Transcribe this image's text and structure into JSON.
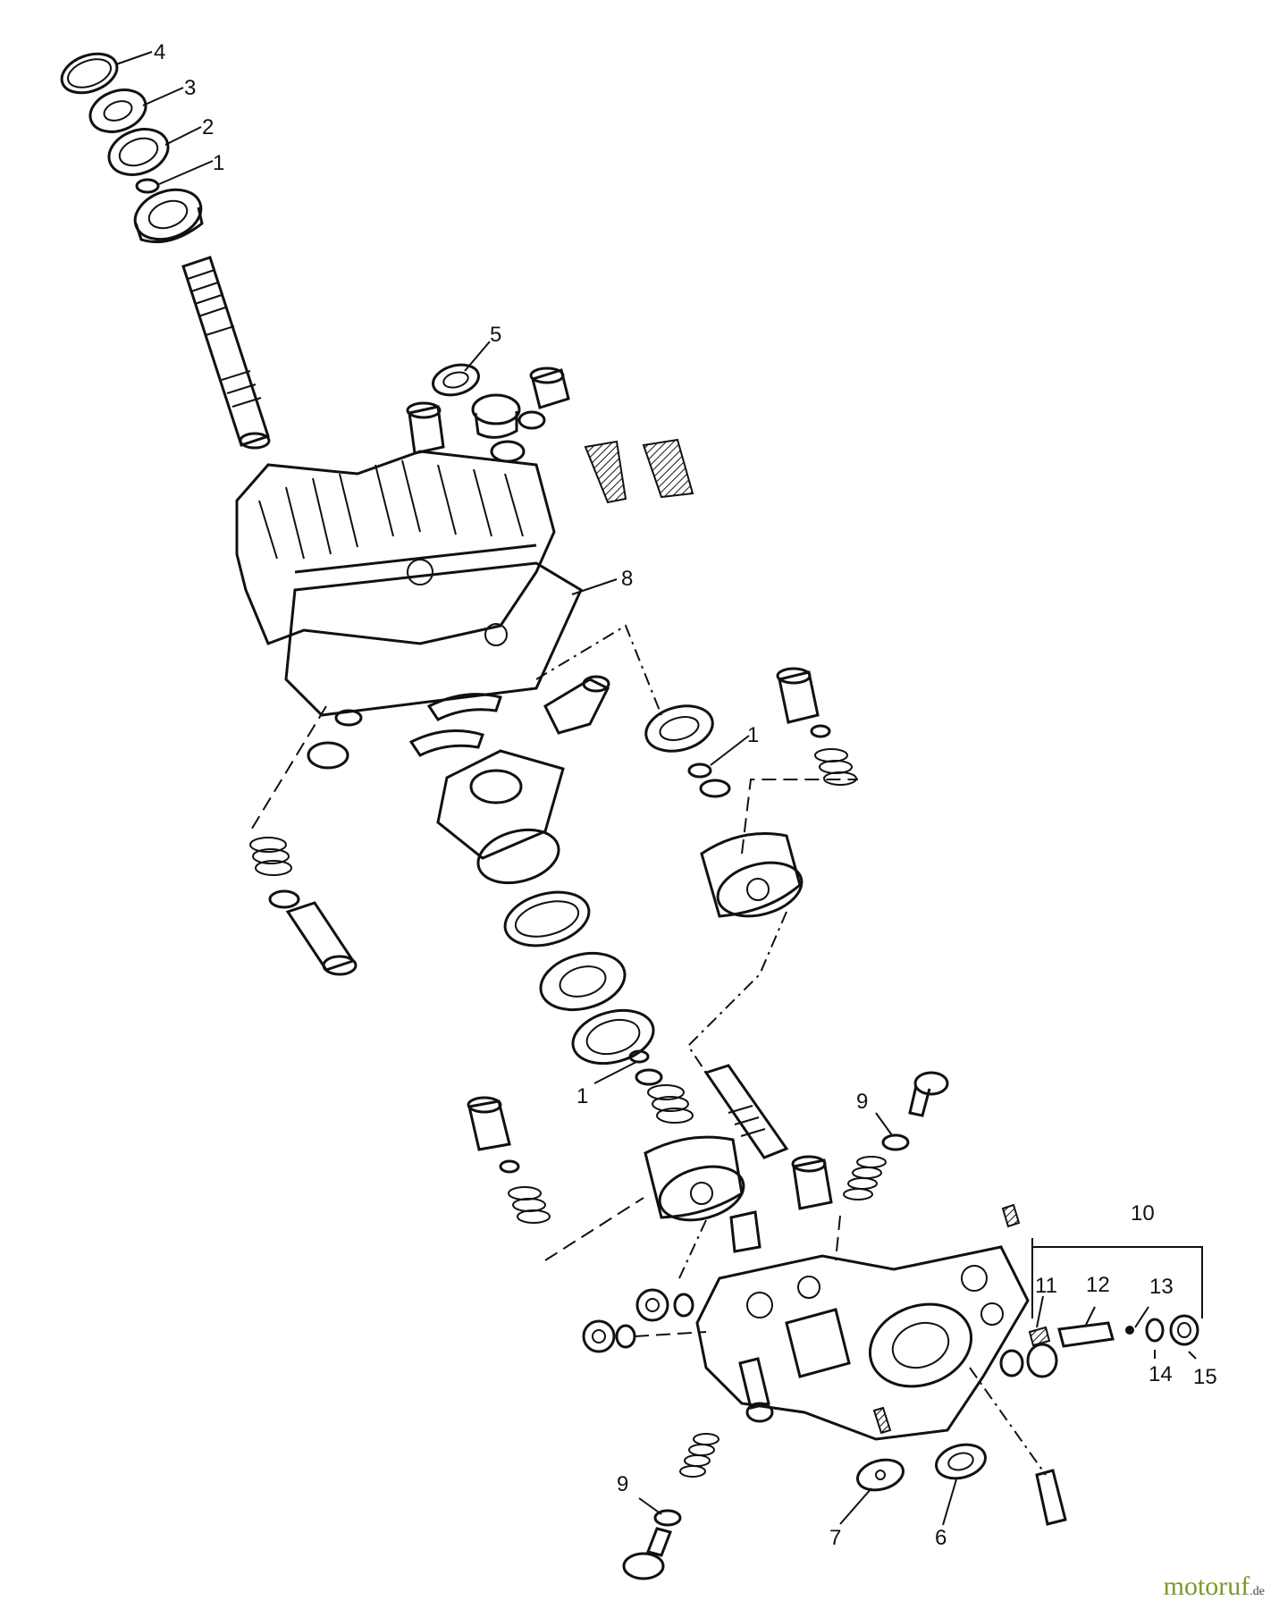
{
  "callouts": {
    "c1_top": "1",
    "c2": "2",
    "c3": "3",
    "c4": "4",
    "c5": "5",
    "c8": "8",
    "c1_mid": "1",
    "c1_low": "1",
    "c9_upper": "9",
    "c10": "10",
    "c11": "11",
    "c12": "12",
    "c13": "13",
    "c14": "14",
    "c15": "15",
    "c9_lower": "9",
    "c7": "7",
    "c6": "6"
  },
  "watermark": {
    "brand": "motoruf",
    "tld": ".de"
  }
}
